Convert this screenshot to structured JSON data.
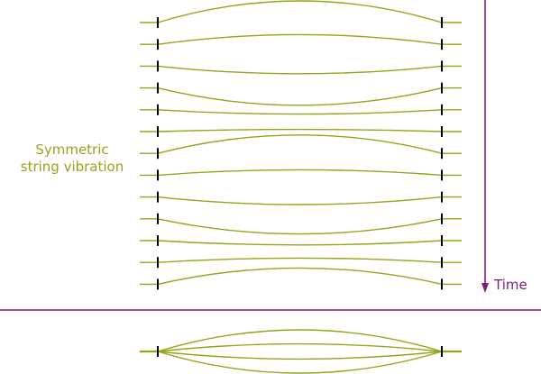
{
  "caption": {
    "line1": "Symmetric",
    "line2": "string vibration"
  },
  "time_axis": {
    "label": "Time"
  },
  "colors": {
    "string": "#8fa81a",
    "time": "#7a1f7a",
    "clamp": "#000000",
    "caption": "#8fa81a"
  },
  "string_frames": {
    "amplitudes": [
      1.0,
      0.45,
      -0.35,
      -0.8,
      -0.2,
      0.1,
      0.85,
      0.25,
      -0.35,
      -0.7,
      -0.2,
      0.2,
      0.75
    ]
  },
  "overlay": {
    "amplitudes": [
      1.0,
      0.35,
      -0.35,
      -1.0
    ]
  }
}
